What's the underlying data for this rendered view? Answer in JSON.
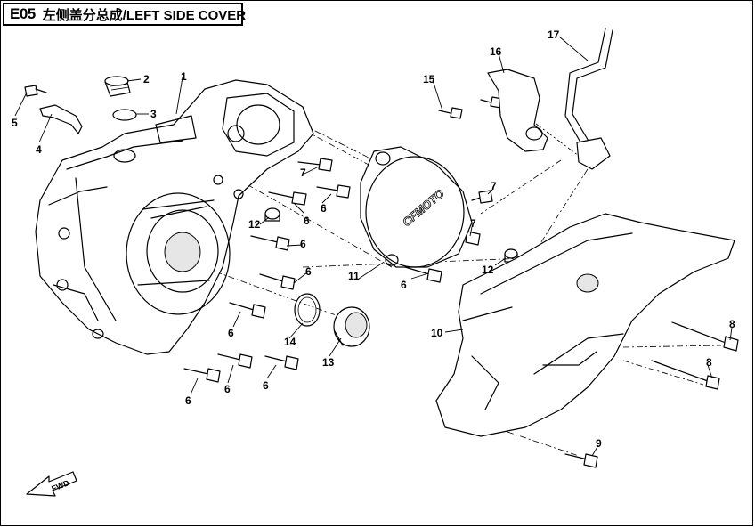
{
  "header": {
    "code": "E05",
    "title": "左侧盖分总成/LEFT SIDE COVER"
  },
  "cover_brand": "CFMOTO",
  "direction_marker": "FWD",
  "callouts": [
    "1",
    "2",
    "3",
    "4",
    "5",
    "6",
    "6",
    "6",
    "6",
    "6",
    "6",
    "6",
    "6",
    "6",
    "7",
    "7",
    "7",
    "8",
    "8",
    "9",
    "10",
    "11",
    "12",
    "12",
    "13",
    "14",
    "15",
    "16",
    "17"
  ]
}
